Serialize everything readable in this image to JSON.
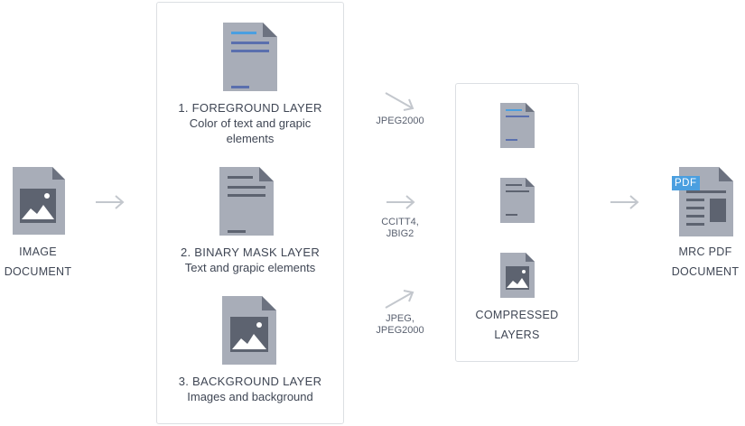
{
  "input": {
    "label_line1": "IMAGE",
    "label_line2": "DOCUMENT",
    "icon": "image-document-icon"
  },
  "layers_panel": {
    "foreground": {
      "title": "1. FOREGROUND LAYER",
      "sub_line1": "Color of text and grapic",
      "sub_line2": "elements",
      "icon": "text-document-icon"
    },
    "mask": {
      "title": "2. BINARY MASK LAYER",
      "sub_line1": "Text and grapic elements",
      "icon": "text-document-icon"
    },
    "background": {
      "title": "3. BACKGROUND LAYER",
      "sub_line1": "Images and background",
      "icon": "image-document-icon"
    }
  },
  "compression": {
    "foreground": {
      "line1": "JPEG2000",
      "line2": ""
    },
    "mask": {
      "line1": "CCITT4,",
      "line2": "JBIG2"
    },
    "background": {
      "line1": "JPEG,",
      "line2": "JPEG2000"
    }
  },
  "compressed_panel": {
    "line1": "COMPRESSED",
    "line2": "LAYERS"
  },
  "output": {
    "badge": "PDF",
    "label_line1": "MRC PDF",
    "label_line2": "DOCUMENT",
    "icon": "pdf-document-icon"
  },
  "colors": {
    "doc_gray": "#a8adb8",
    "doc_fold": "#6c7280",
    "doc_line": "#5a6170",
    "accent_blue": "#4a9fe0",
    "arrow": "#c3c7cd",
    "border": "#dcdfe3"
  }
}
